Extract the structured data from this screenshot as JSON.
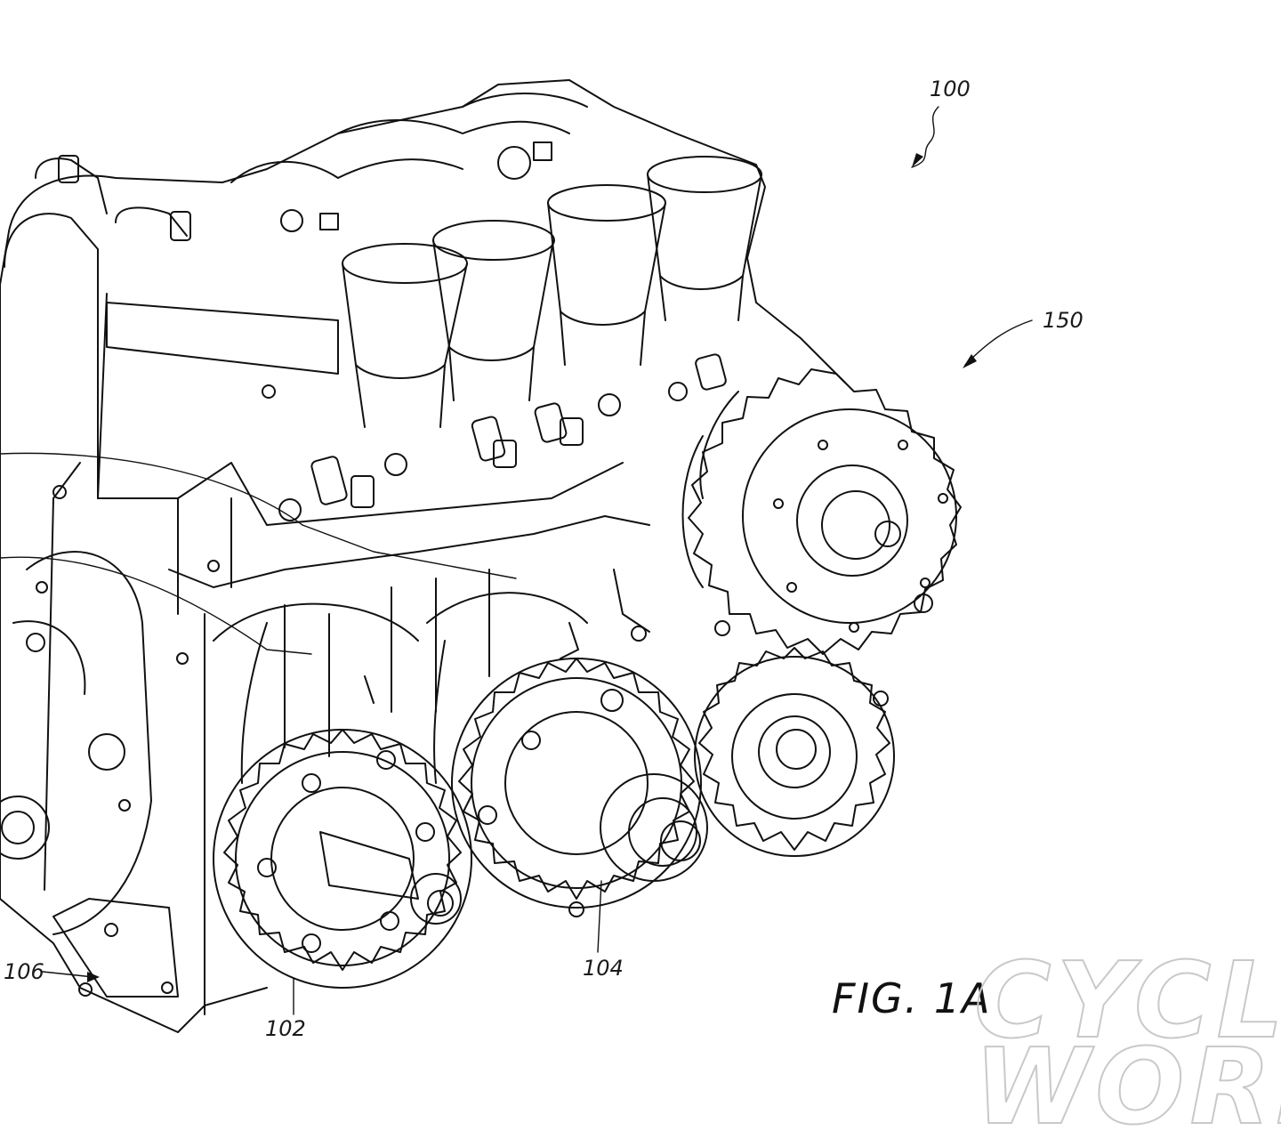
{
  "figure_title": "FIG. 1A",
  "watermark": {
    "line1": "CYCLE",
    "line2": "WORLD"
  },
  "reference_labels": [
    {
      "id": "ref-100",
      "text": "100"
    },
    {
      "id": "ref-150",
      "text": "150"
    },
    {
      "id": "ref-106",
      "text": "106"
    },
    {
      "id": "ref-102",
      "text": "102"
    },
    {
      "id": "ref-104",
      "text": "104"
    }
  ],
  "colors": {
    "line": "#111111",
    "background": "#ffffff",
    "watermark": "#c9c9c9"
  }
}
